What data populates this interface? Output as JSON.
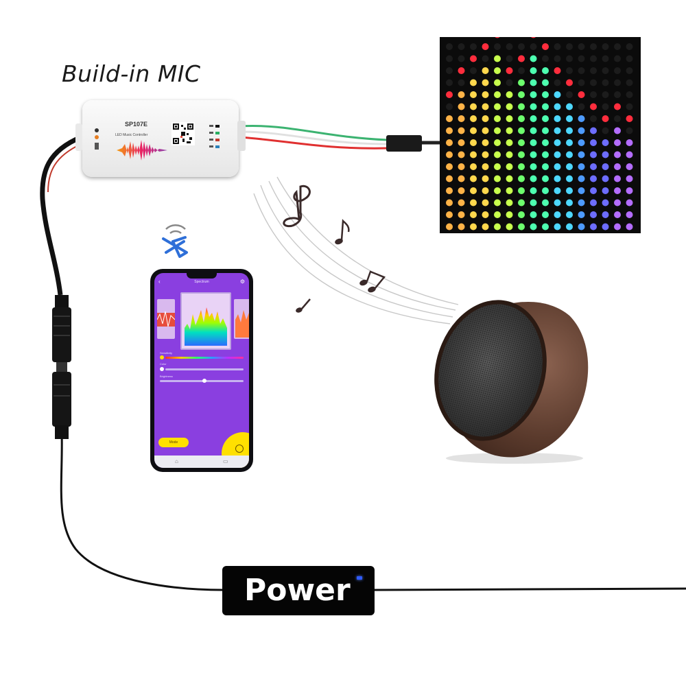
{
  "labels": {
    "mic": "Build-in MIC",
    "power": "Power"
  },
  "controller": {
    "model": "SP107E",
    "subtitle": "LED Music Controller"
  },
  "phone": {
    "app_title": "Spectrum",
    "sliders": [
      "Sensitivity",
      "Color",
      "Brightness"
    ],
    "button": "Mode"
  },
  "colors": {
    "background": "#ffffff",
    "app_purple": "#8a3fe0",
    "accent_yellow": "#ffe000",
    "power_box": "#050505",
    "power_led": "#2f5bff",
    "matrix_bg": "#0b0b0b"
  },
  "icons": [
    "bluetooth-icon",
    "music-note-icon",
    "speaker-icon",
    "back-arrow-icon",
    "settings-icon"
  ]
}
